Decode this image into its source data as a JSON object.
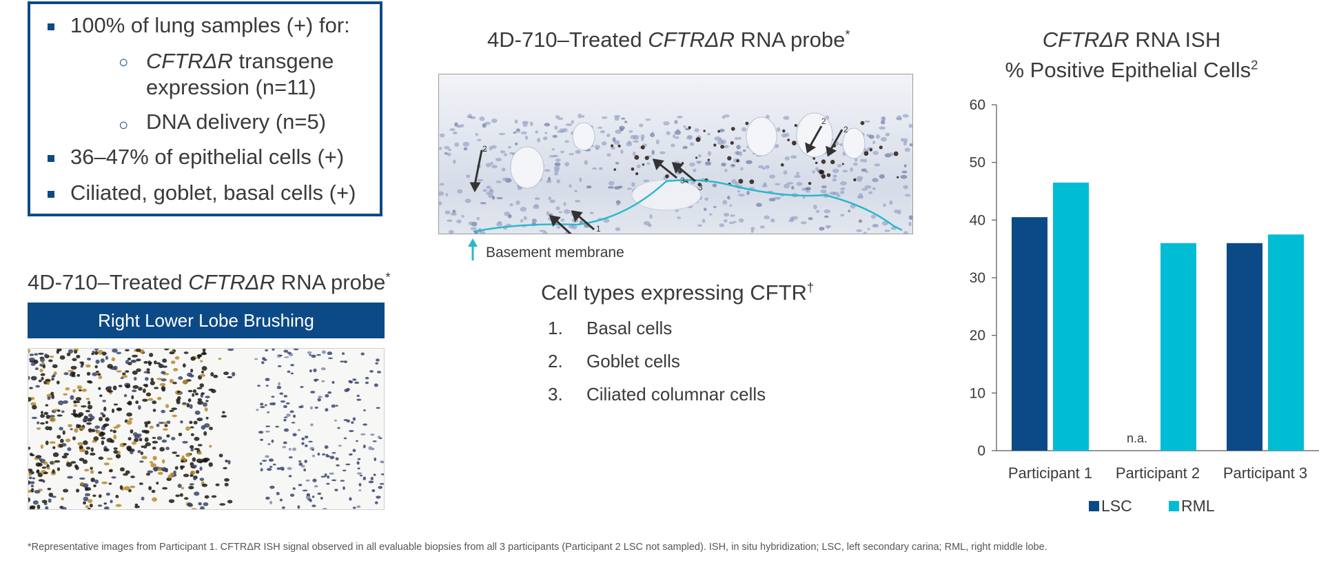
{
  "bullets": {
    "line1": "100% of lung samples (+) for:",
    "sub1_italic": "CFTRΔR",
    "sub1_rest": " transgene",
    "sub1_line2": "expression (n=11)",
    "sub2": "DNA delivery (n=5)",
    "line2": "36–47% of epithelial cells (+)",
    "line3": "Ciliated, goblet, basal cells (+)"
  },
  "left_panel": {
    "title_pre": "4D-710–Treated ",
    "title_italic": "CFTRΔR",
    "title_post": " RNA probe",
    "title_sup": "*",
    "band_label": "Right Lower Lobe Brushing"
  },
  "middle_panel": {
    "title_pre": "4D-710–Treated ",
    "title_italic": "CFTRΔR",
    "title_post": " RNA probe",
    "title_sup": "*",
    "basement_label": "Basement membrane",
    "arrow_labels": [
      "2",
      "2",
      "2",
      "3",
      "3",
      "1"
    ],
    "cell_types_title": "Cell types expressing CFTR",
    "cell_types_sup": "†",
    "cell_types": [
      {
        "num": "1.",
        "label": "Basal cells"
      },
      {
        "num": "2.",
        "label": "Goblet cells"
      },
      {
        "num": "3.",
        "label": "Ciliated columnar cells"
      }
    ]
  },
  "chart_data": {
    "type": "bar",
    "title_italic": "CFTRΔR",
    "title_rest": " RNA ISH",
    "subtitle": "% Positive Epithelial Cells",
    "subtitle_sup": "2",
    "categories": [
      "Participant 1",
      "Participant 2",
      "Participant 3"
    ],
    "series": [
      {
        "name": "LSC",
        "color": "#0b4a86",
        "values": [
          40.5,
          null,
          36
        ]
      },
      {
        "name": "RML",
        "color": "#00bcd4",
        "values": [
          46.5,
          36,
          37.5
        ]
      }
    ],
    "na_label": "n.a.",
    "ylim": [
      0,
      60
    ],
    "yticks": [
      0,
      10,
      20,
      30,
      40,
      50,
      60
    ],
    "legend_position": "bottom"
  },
  "footnote": "*Representative images from Participant 1. CFTRΔR ISH signal observed in all evaluable biopsies from all 3 participants (Participant 2 LSC not sampled). ISH, in situ hybridization; LSC, left secondary carina; RML, right middle lobe."
}
